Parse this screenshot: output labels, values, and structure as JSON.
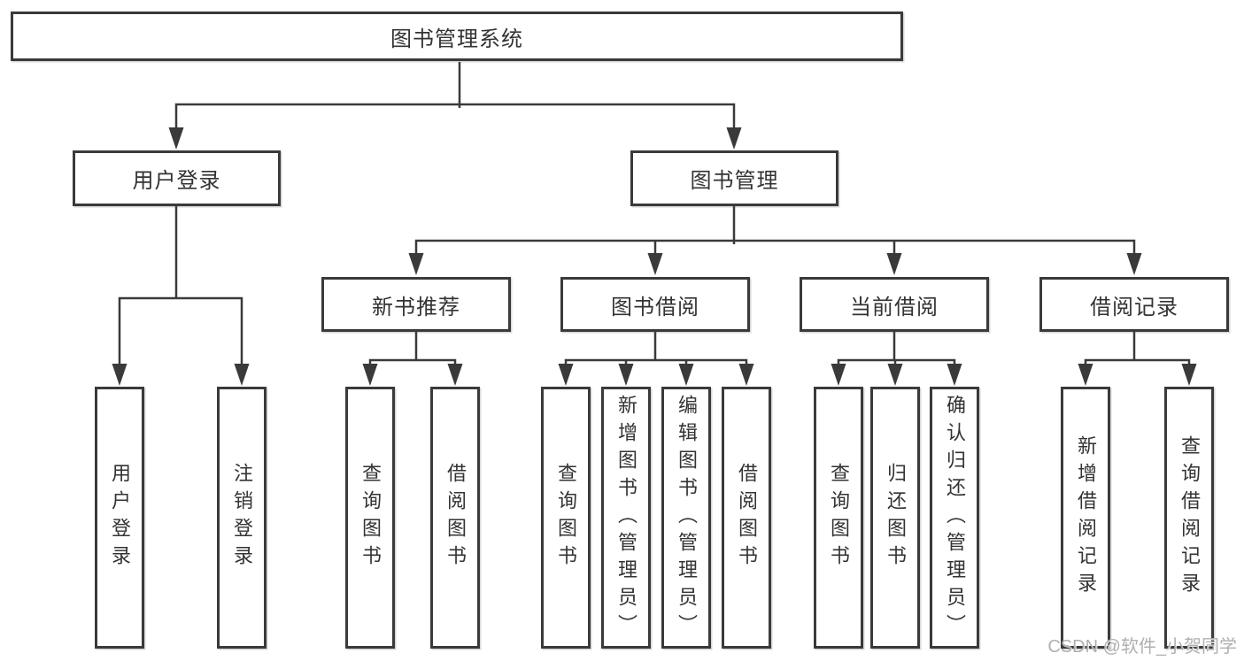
{
  "diagram_title": "图书管理系统",
  "tree": {
    "label": "图书管理系统",
    "children": [
      {
        "label": "用户登录",
        "children": [
          {
            "label": "用户登录"
          },
          {
            "label": "注销登录"
          }
        ]
      },
      {
        "label": "图书管理",
        "children": [
          {
            "label": "新书推荐",
            "children": [
              {
                "label": "查询图书"
              },
              {
                "label": "借阅图书"
              }
            ]
          },
          {
            "label": "图书借阅",
            "children": [
              {
                "label": "查询图书"
              },
              {
                "label": "新增图书（管理员）"
              },
              {
                "label": "编辑图书（管理员）"
              },
              {
                "label": "借阅图书"
              }
            ]
          },
          {
            "label": "当前借阅",
            "children": [
              {
                "label": "查询图书"
              },
              {
                "label": "归还图书"
              },
              {
                "label": "确认归还（管理员）"
              }
            ]
          },
          {
            "label": "借阅记录",
            "children": [
              {
                "label": "新增借阅记录"
              },
              {
                "label": "查询借阅记录"
              }
            ]
          }
        ]
      }
    ]
  },
  "watermark": "CSDN @软件_小贺同学",
  "colors": {
    "line": "#3a3a3a",
    "text": "#333333",
    "background": "#ffffff",
    "watermark": "#b0b0b0"
  }
}
